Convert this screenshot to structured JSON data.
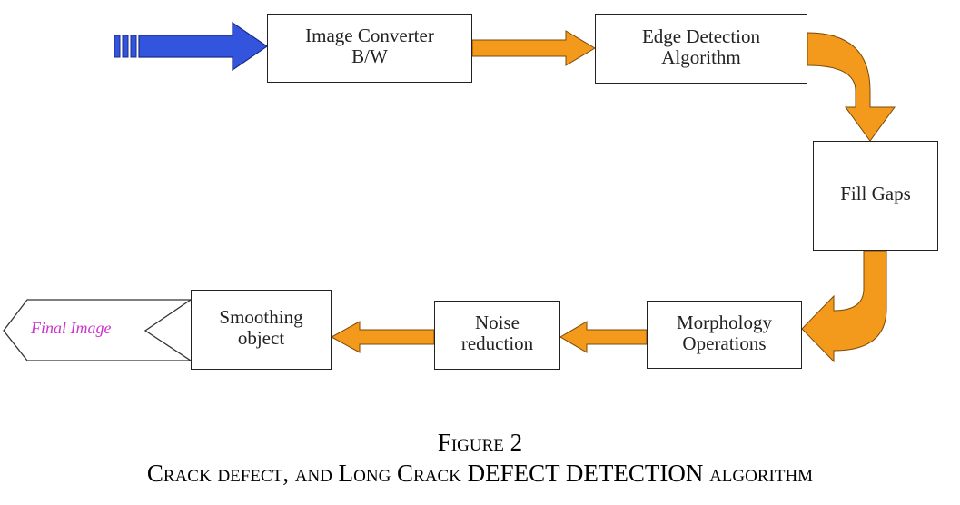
{
  "diagram": {
    "nodes": [
      {
        "id": "image-converter",
        "lines": [
          "Image Converter",
          "B/W"
        ]
      },
      {
        "id": "edge-detection",
        "lines": [
          "Edge Detection",
          "Algorithm"
        ]
      },
      {
        "id": "fill-gaps",
        "lines": [
          "Fill Gaps"
        ]
      },
      {
        "id": "morphology",
        "lines": [
          "Morphology",
          "Operations"
        ]
      },
      {
        "id": "noise-reduction",
        "lines": [
          "Noise",
          "reduction"
        ]
      },
      {
        "id": "smoothing",
        "lines": [
          "Smoothing",
          "object"
        ]
      }
    ],
    "output_label": "Final Image",
    "colors": {
      "input_arrow": "#3355dd",
      "flow_arrow": "#f39a1c",
      "box_border": "#222222",
      "output_text": "#cc33cc"
    }
  },
  "caption": {
    "figure": "Figure 2",
    "title": "Crack defect, and Long Crack DEFECT DETECTION algorithm"
  }
}
